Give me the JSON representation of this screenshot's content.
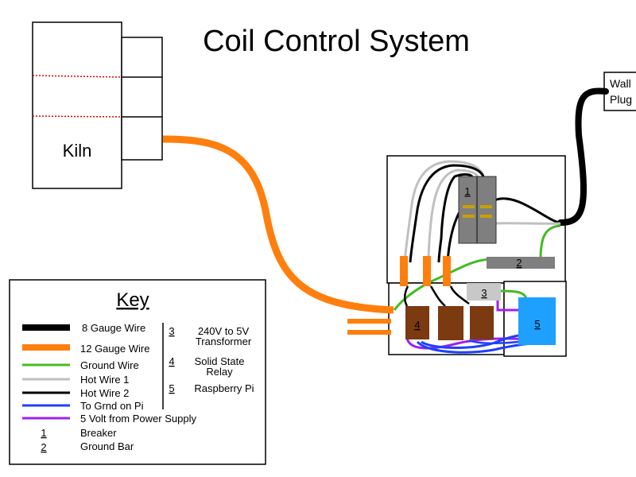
{
  "title": "Coil Control System",
  "kiln_label": "Kiln",
  "wall_plug": {
    "line1": "Wall",
    "line2": "Plug"
  },
  "components": {
    "breaker": "1",
    "ground_bar": "2",
    "transformer": "3",
    "relay": "4",
    "raspberry_pi": "5"
  },
  "key": {
    "title": "Key",
    "wires": [
      {
        "label": "8 Gauge Wire",
        "color": "#000000"
      },
      {
        "label": "12 Gauge Wire",
        "color": "#ff7f0e"
      },
      {
        "label": "Ground Wire",
        "color": "#44bb22"
      },
      {
        "label": "Hot Wire 1",
        "color": "#c0c0c0"
      },
      {
        "label": "Hot Wire 2",
        "color": "#000000"
      },
      {
        "label": "To Grnd on Pi",
        "color": "#1f3fff"
      },
      {
        "label": "5 Volt from Power Supply",
        "color": "#a020f0"
      }
    ],
    "numbered": [
      {
        "num": "1",
        "label": "Breaker"
      },
      {
        "num": "2",
        "label": "Ground Bar"
      }
    ],
    "components": [
      {
        "num": "3",
        "line1": "240V to 5V",
        "line2": "Transformer"
      },
      {
        "num": "4",
        "line1": "Solid State",
        "line2": "Relay"
      },
      {
        "num": "5",
        "line1": "Raspberry Pi",
        "line2": ""
      }
    ]
  }
}
